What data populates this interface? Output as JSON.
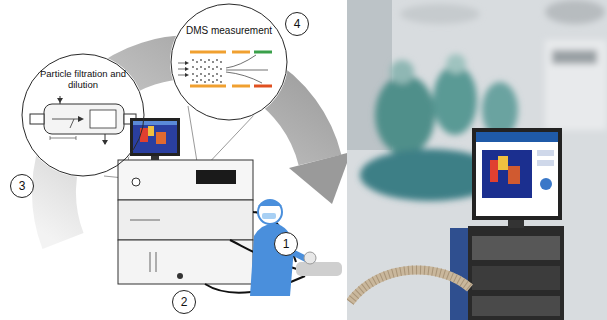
{
  "diagram": {
    "nodes": [
      {
        "text": [
          "DMS measurement"
        ]
      },
      {
        "text": [
          "4"
        ]
      },
      {
        "text": [
          "Particle filtration and dilution"
        ]
      },
      {
        "text": [
          "3"
        ]
      },
      {
        "text": [
          "2"
        ]
      },
      {
        "text": [
          "1"
        ]
      }
    ]
  }
}
